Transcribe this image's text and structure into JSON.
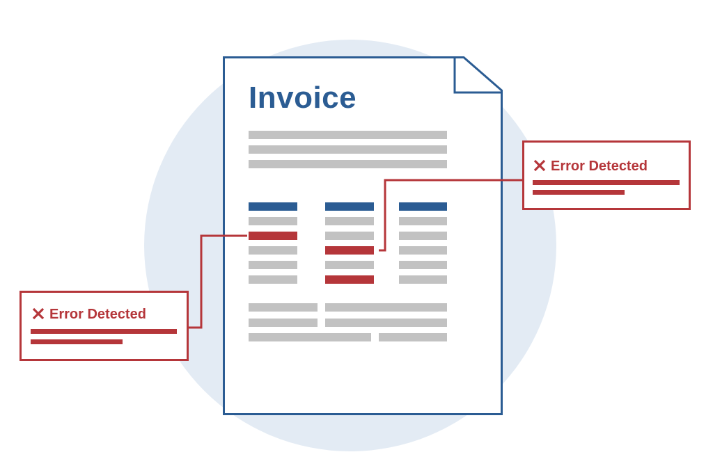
{
  "document": {
    "title": "Invoice",
    "colors": {
      "border": "#2b5c93",
      "header_bar": "#2b5c93",
      "placeholder_bar": "#c2c2c2",
      "error_bar": "#b5363a",
      "background_circle": "#e3ebf4"
    },
    "intro_lines": 3,
    "table": {
      "columns": 3,
      "rows_per_column": 6,
      "error_cells": [
        {
          "column": 1,
          "row": 3
        },
        {
          "column": 2,
          "row": 4
        },
        {
          "column": 2,
          "row": 6
        }
      ]
    },
    "footer_lines": 3
  },
  "callouts": [
    {
      "id": "right",
      "icon": "x-icon",
      "label": "Error Detected",
      "points_to": "column 2, row 4"
    },
    {
      "id": "left",
      "icon": "x-icon",
      "label": "Error Detected",
      "points_to": "column 1, row 3"
    }
  ]
}
